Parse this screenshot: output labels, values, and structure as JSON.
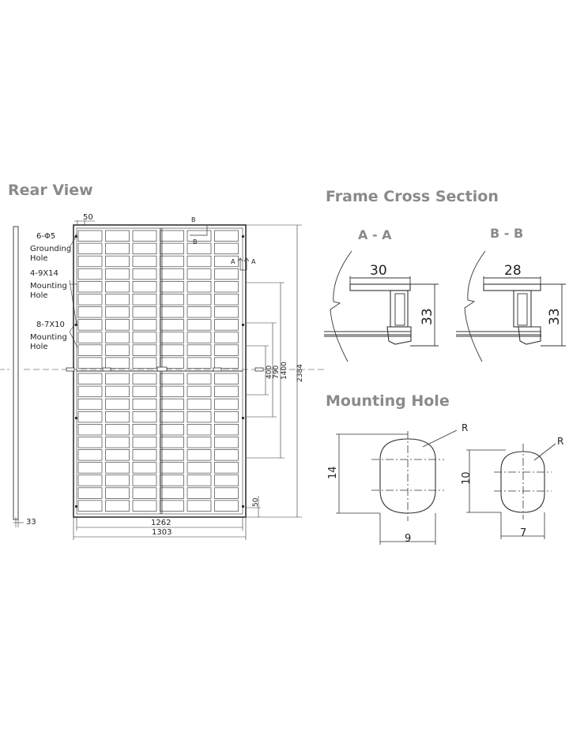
{
  "headings": {
    "rear_view": "Rear View",
    "frame_cross_section": "Frame Cross Section",
    "mounting_hole": "Mounting Hole"
  },
  "rear_view": {
    "callouts": {
      "grounding_spec": "6-Φ5",
      "grounding_label_1": "Grounding",
      "grounding_label_2": "Hole",
      "mounting_a_spec": "4-9X14",
      "mounting_a_label_1": "Mounting",
      "mounting_a_label_2": "Hole",
      "mounting_b_spec": "8-7X10",
      "mounting_b_label_1": "Mounting",
      "mounting_b_label_2": "Hole"
    },
    "section_marks": {
      "b1": "B",
      "b2": "B",
      "a1": "A",
      "a2": "A"
    },
    "dimensions": {
      "top_offset": "50",
      "bottom_offset": "50",
      "frame_depth": "33",
      "inner_width": "1262",
      "outer_width": "1303",
      "d400": "400",
      "d790": "790",
      "d1400": "1400",
      "length": "2384"
    }
  },
  "frame_cross_section": {
    "aa": {
      "title": "A - A",
      "width": "30",
      "height": "33"
    },
    "bb": {
      "title": "B - B",
      "width": "28",
      "height": "33"
    }
  },
  "mounting_hole": {
    "large": {
      "height": "14",
      "width": "9",
      "radius_label": "R"
    },
    "small": {
      "height": "10",
      "width": "7",
      "radius_label": "R"
    }
  }
}
